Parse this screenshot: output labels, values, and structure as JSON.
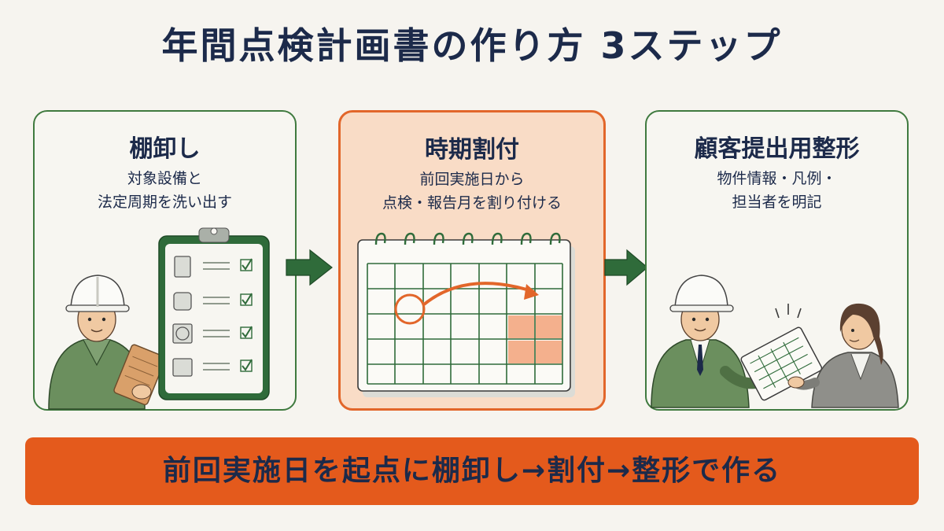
{
  "title": "年間点検計画書の作り方 3ステップ",
  "steps": [
    {
      "title": "棚卸し",
      "desc_lines": [
        "対象設備と",
        "法定周期を洗い出す"
      ]
    },
    {
      "title": "時期割付",
      "desc_lines": [
        "前回実施日から",
        "点検・報告月を割り付ける"
      ]
    },
    {
      "title": "顧客提出用整形",
      "desc_lines": [
        "物件情報・凡例・",
        "担当者を明記"
      ]
    }
  ],
  "summary": "前回実施日を起点に棚卸し→割付→整形で作る",
  "colors": {
    "accent_orange": "#e45a1c",
    "card_green_border": "#3f7a3f",
    "card_highlight_bg": "#f9dcc6",
    "arrow_green": "#2f6b3a",
    "text_navy": "#1c2a4a"
  },
  "icons": [
    "worker-with-clipboard",
    "checklist-clipboard",
    "calendar",
    "green-arrow",
    "handover"
  ]
}
